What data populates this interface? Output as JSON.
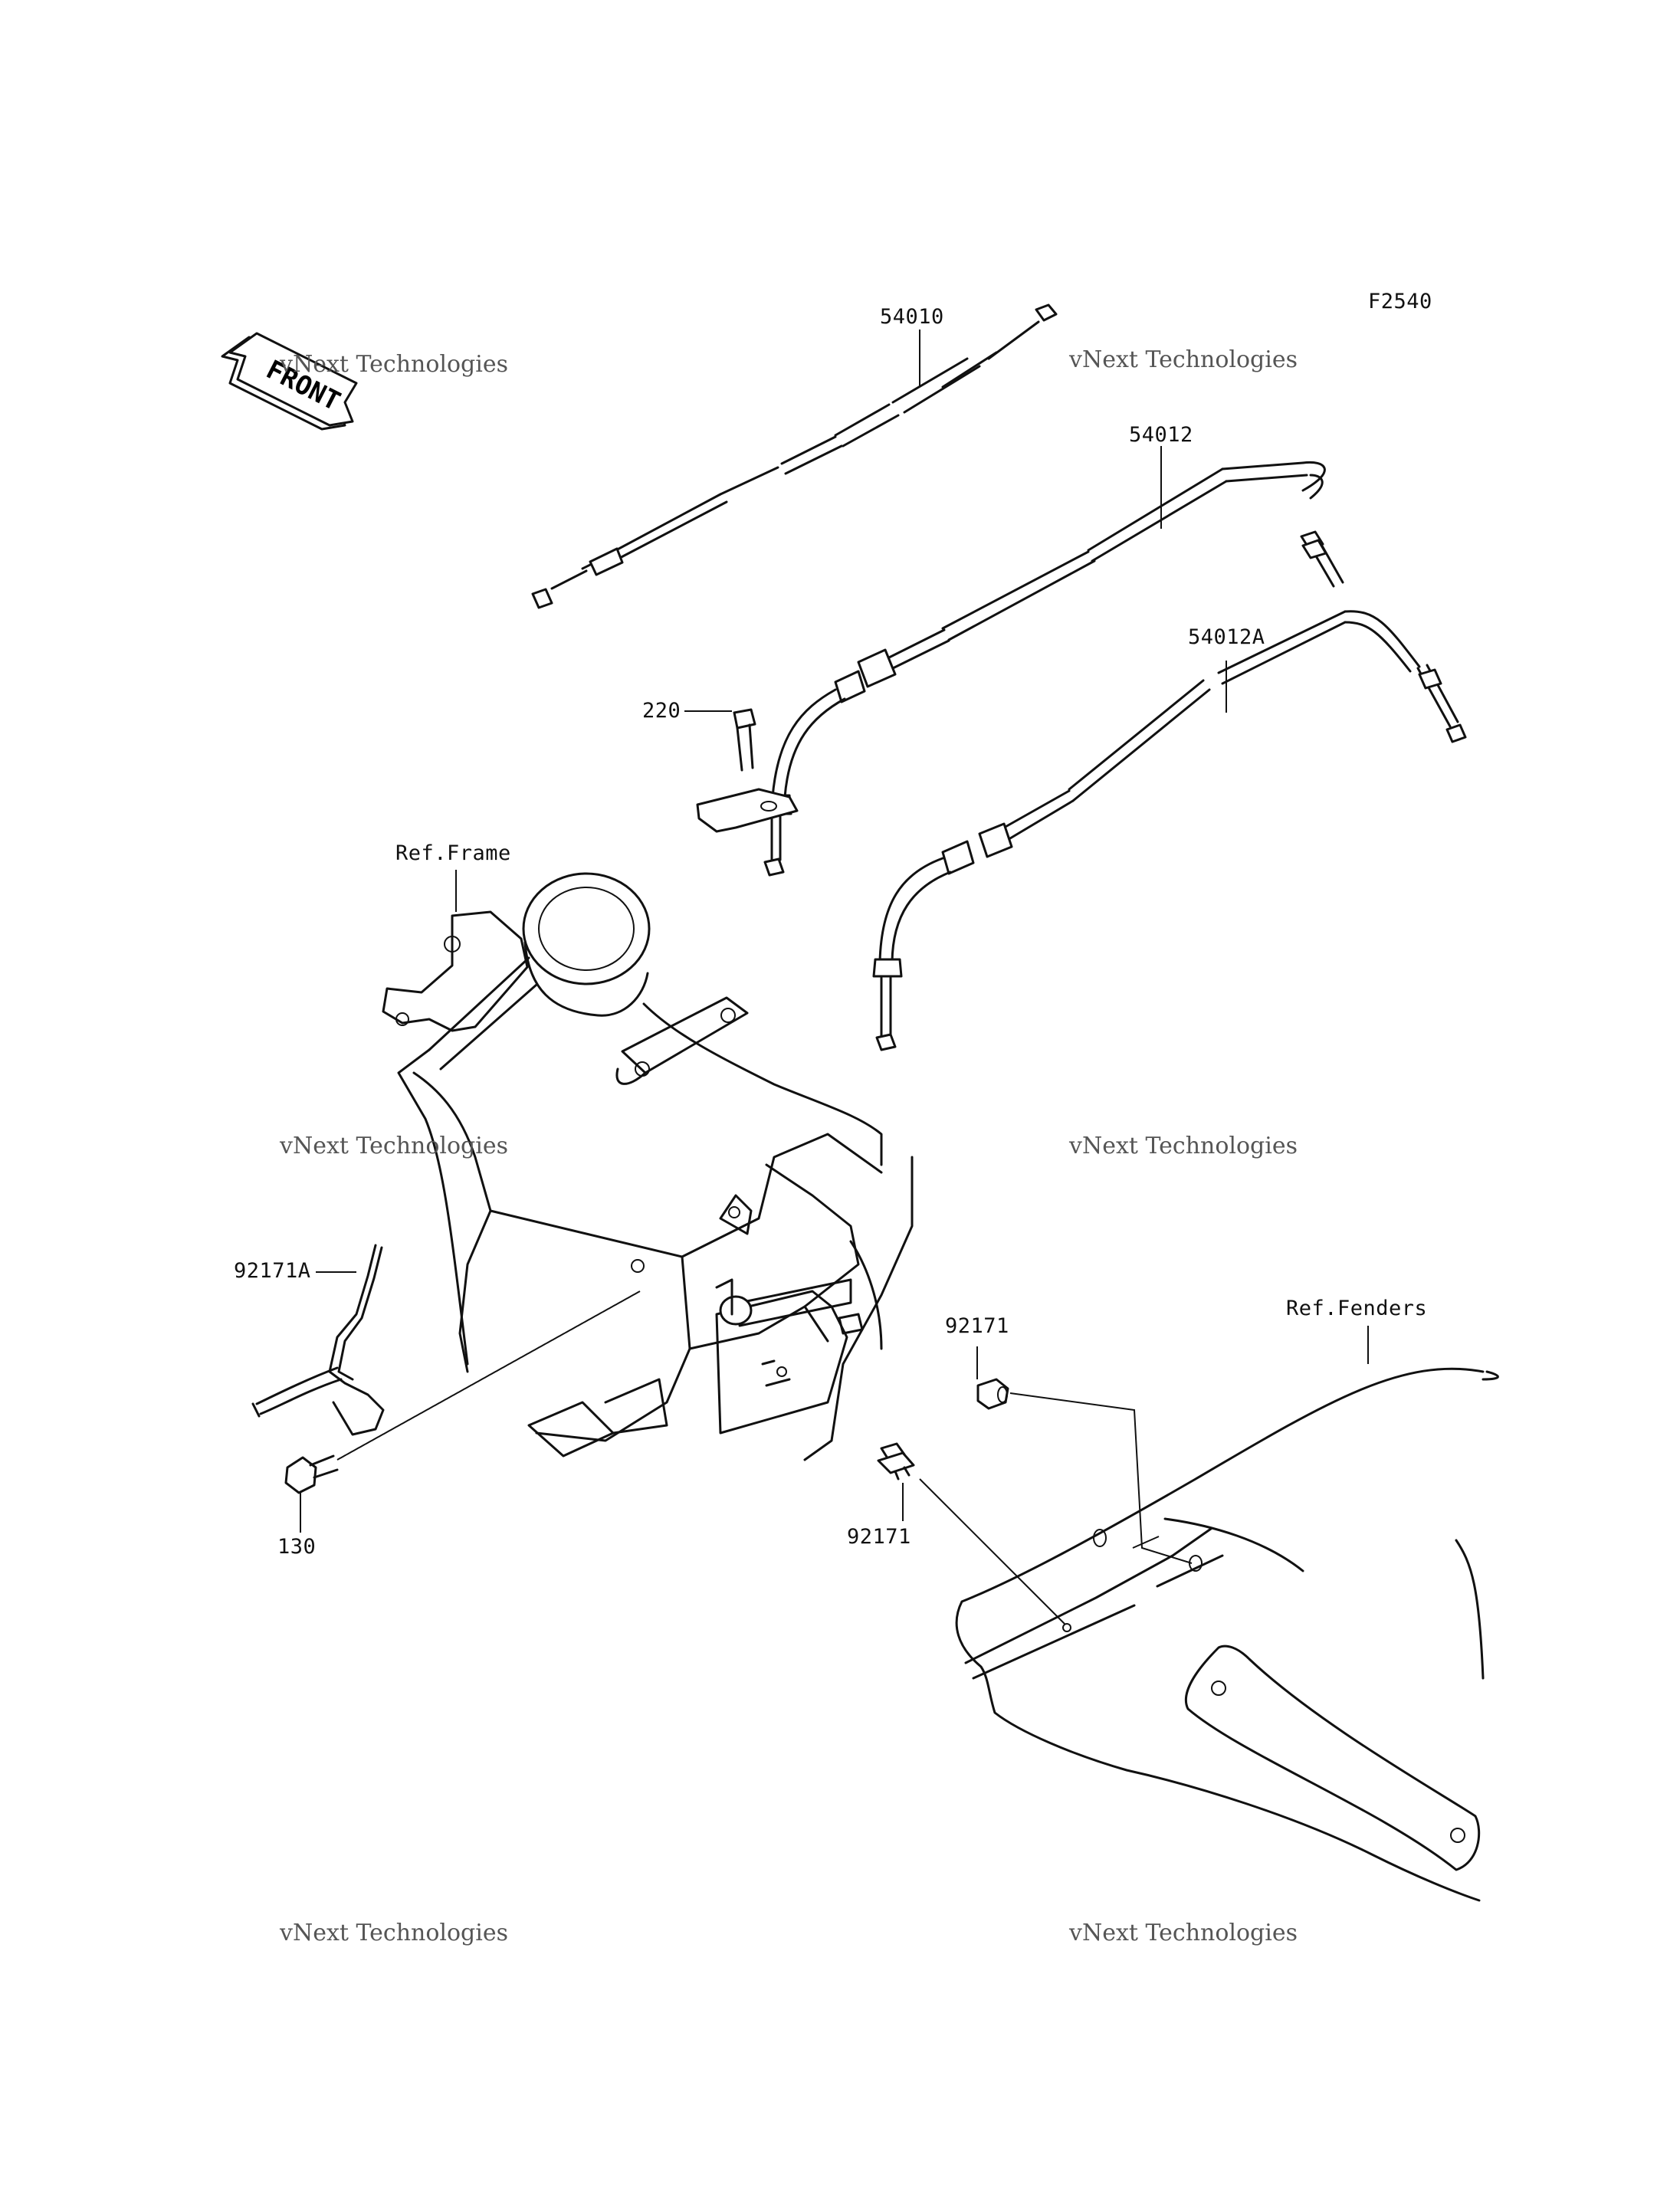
{
  "diagram_code": "F2540",
  "front_arrow": "FRONT",
  "watermark": {
    "line1": "vNext Technologies",
    "line2": "vNext Technologies"
  },
  "labels": {
    "p54010": "54010",
    "p54012": "54012",
    "p54012a": "54012A",
    "p220": "220",
    "ref_frame": "Ref.Frame",
    "p92171a": "92171A",
    "p130": "130",
    "p92171_top": "92171",
    "p92171_bottom": "92171",
    "ref_fenders": "Ref.Fenders"
  }
}
